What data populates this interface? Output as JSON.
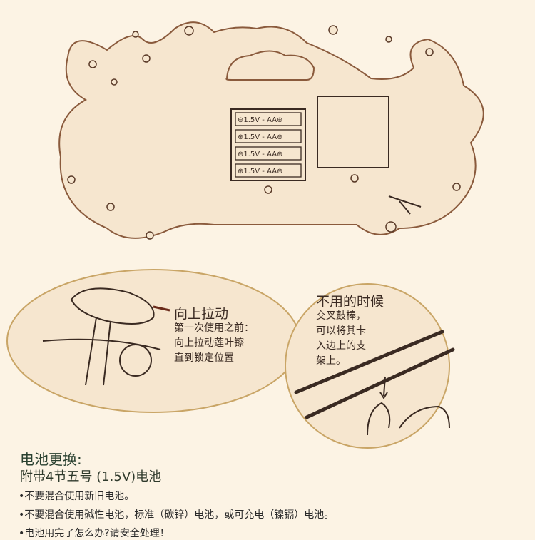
{
  "batteries": [
    "⊖1.5V - AA⊕",
    "⊕1.5V - AA⊖",
    "⊖1.5V - AA⊕",
    "⊕1.5V - AA⊖"
  ],
  "pull_up": {
    "heading": "向上拉动",
    "lines": [
      "第一次使用之前：",
      "向上拉动莲叶镲",
      "直到锁定位置"
    ]
  },
  "not_in_use": {
    "heading": "不用的时候",
    "lines": [
      "交叉鼓棒，",
      "可以将其卡",
      "入边上的支",
      "架上。"
    ]
  },
  "battery_section": {
    "title": "电池更换:",
    "subtitle": "附带4节五号 (1.5V)电池",
    "bullets": [
      "•不要混合使用新旧电池。",
      "•不要混合使用碱性电池，标准（碳锌）电池，或可充电（镍镉）电池。",
      "•电池用完了怎么办?请安全处理！"
    ]
  },
  "colors": {
    "background": "#fcf3e4",
    "outline": "#8a5a3c",
    "fill": "#f6e6cf"
  }
}
